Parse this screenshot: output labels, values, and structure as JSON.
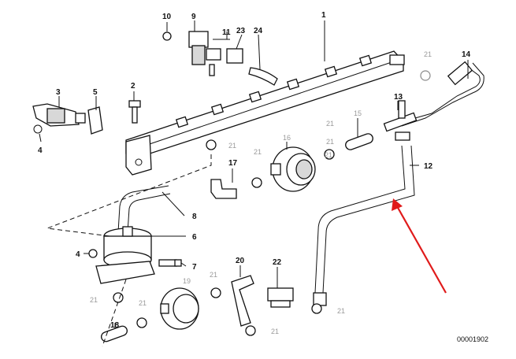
{
  "diagram": {
    "id_label": "00001902",
    "arrow_color": "#e01b1b",
    "callouts": {
      "c1": "1",
      "c2": "2",
      "c3": "3",
      "c4a": "4",
      "c4b": "4",
      "c5": "5",
      "c6": "6",
      "c7": "7",
      "c8": "8",
      "c9": "9",
      "c10": "10",
      "c11": "11",
      "c12": "12",
      "c13": "13",
      "c14": "14",
      "c15": "15",
      "c16": "16",
      "c17": "17",
      "c18": "18",
      "c19": "19",
      "c20": "20",
      "c22": "22",
      "c23": "23",
      "c24": "24",
      "g21a": "21",
      "g21b": "21",
      "g21c": "21",
      "g21d": "21",
      "g21e": "21",
      "g21f": "21",
      "g21g": "21",
      "g21h": "21",
      "g21i": "21",
      "g21j": "21",
      "g21k": "21"
    }
  }
}
